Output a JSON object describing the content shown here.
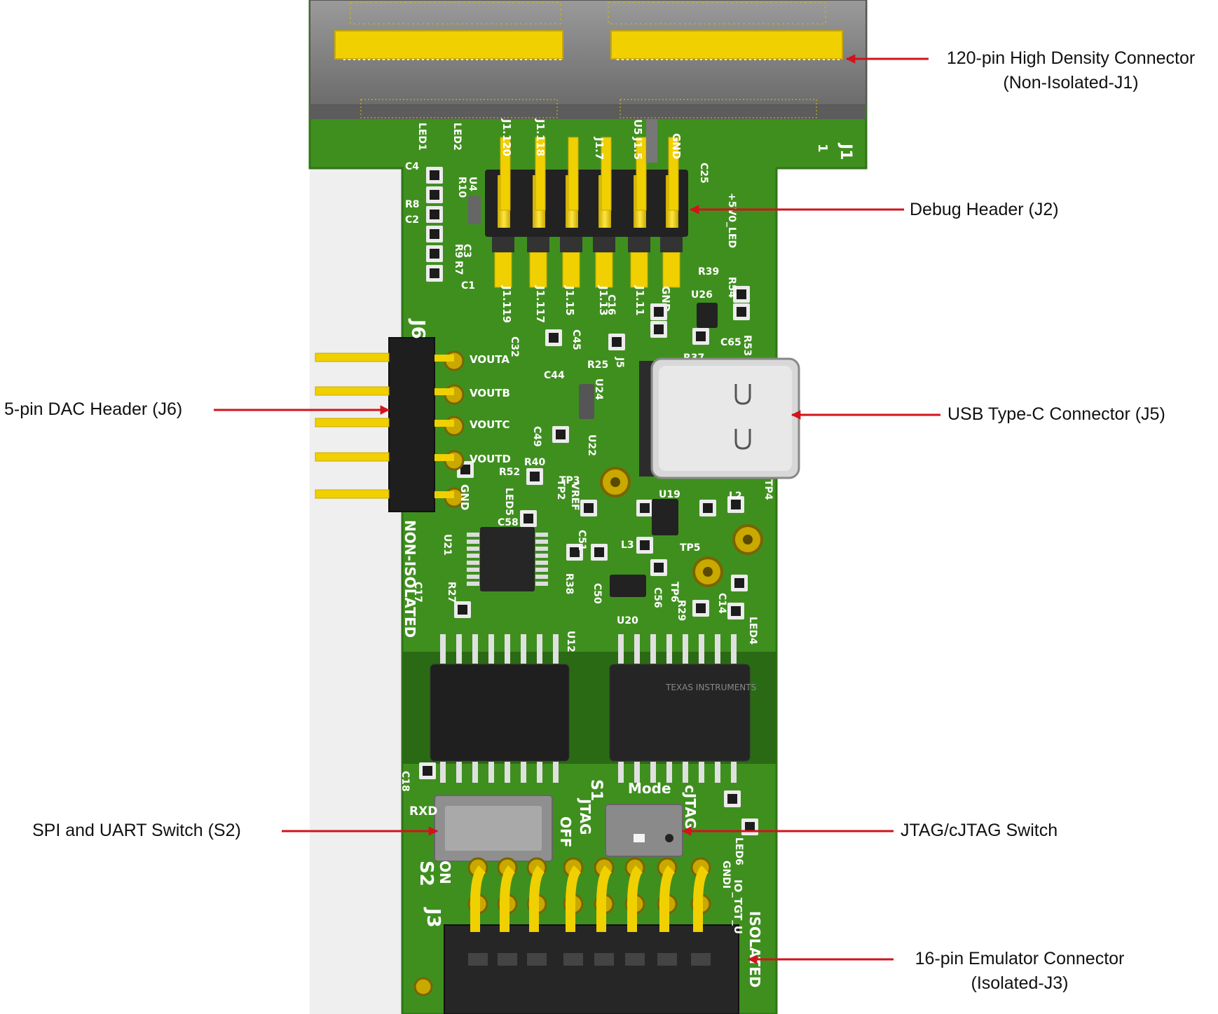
{
  "callouts": {
    "j1": {
      "line1": "120-pin High Density Connector",
      "line2": "(Non-Isolated-J1)"
    },
    "j2": {
      "line1": "Debug Header (J2)"
    },
    "j6": {
      "line1": "5-pin DAC Header (J6)"
    },
    "j5": {
      "line1": "USB Type-C Connector (J5)"
    },
    "s2": {
      "line1": "SPI and UART Switch (S2)"
    },
    "jtag": {
      "line1": "JTAG/cJTAG Switch"
    },
    "j3": {
      "line1": "16-pin Emulator Connector",
      "line2": "(Isolated-J3)"
    }
  },
  "board_labels": {
    "j1": "J1",
    "j1_pin1": "1",
    "j6": "J6",
    "j5": "J5",
    "j3": "J3",
    "s1": "S1",
    "s2": "S2",
    "mode": "Mode",
    "jtag": "JTAG",
    "cjtag": "cJTAG",
    "off": "OFF",
    "on": "ON",
    "rxd": "RXD",
    "non_isolated": "NON-ISOLATED",
    "isolated": "ISOLATED",
    "io_tgt": "IO_TGT_U",
    "vouta": "VOUTA",
    "voutb": "VOUTB",
    "voutc": "VOUTC",
    "voutd": "VOUTD",
    "gnd": "GND",
    "tp2": "TP2",
    "tp3": "TP3",
    "tp4": "TP4",
    "tp5": "TP5",
    "tp6": "TP6",
    "vref": "VREF",
    "led1": "LED1",
    "led2": "LED2",
    "led4": "LED4",
    "led5": "LED5",
    "led6": "LED6",
    "plus5v_led": "+5V0_LED",
    "u4": "U4",
    "u5": "U5",
    "u12": "U12",
    "u19": "U19",
    "u20": "U20",
    "u21": "U21",
    "u22": "U22",
    "u24": "U24",
    "u26": "U26",
    "j1_120": "J1.120",
    "j1_118": "J1.118",
    "j1_7": "J1.7",
    "j1_5": "J1.5",
    "j1_119": "J1.119",
    "j1_117": "J1.117",
    "j1_15": "J1.15",
    "j1_13": "J1.13",
    "j1_11": "J1.11",
    "c4": "C4",
    "r8": "R8",
    "c2": "C2",
    "c3": "C3",
    "r9": "R9",
    "r7": "R7",
    "c1": "C1",
    "r10": "R10",
    "c25": "C25",
    "r39": "R39",
    "r54": "R54",
    "r53": "R53",
    "c65": "C65",
    "r37": "R37",
    "c45": "C45",
    "c44": "C44",
    "c32": "C32",
    "c16": "C16",
    "r25": "R25",
    "c49": "C49",
    "r40": "R40",
    "r52": "R52",
    "c58": "C58",
    "c51": "C51",
    "l2": "L2",
    "l3": "L3",
    "r38": "R38",
    "c50": "C50",
    "c56": "C56",
    "r29": "R29",
    "c14": "C14",
    "c17": "C17",
    "r27": "R27",
    "c18": "C18",
    "gndi": "GNDI",
    "ti_logo": "TEXAS INSTRUMENTS"
  },
  "colors": {
    "pcb": "#3f8f1f",
    "pcb_dark": "#2f7516",
    "gold": "#f0d000",
    "gold_dark": "#c9a800",
    "arrow": "#d2131b",
    "connector": "#8a8a8a"
  }
}
